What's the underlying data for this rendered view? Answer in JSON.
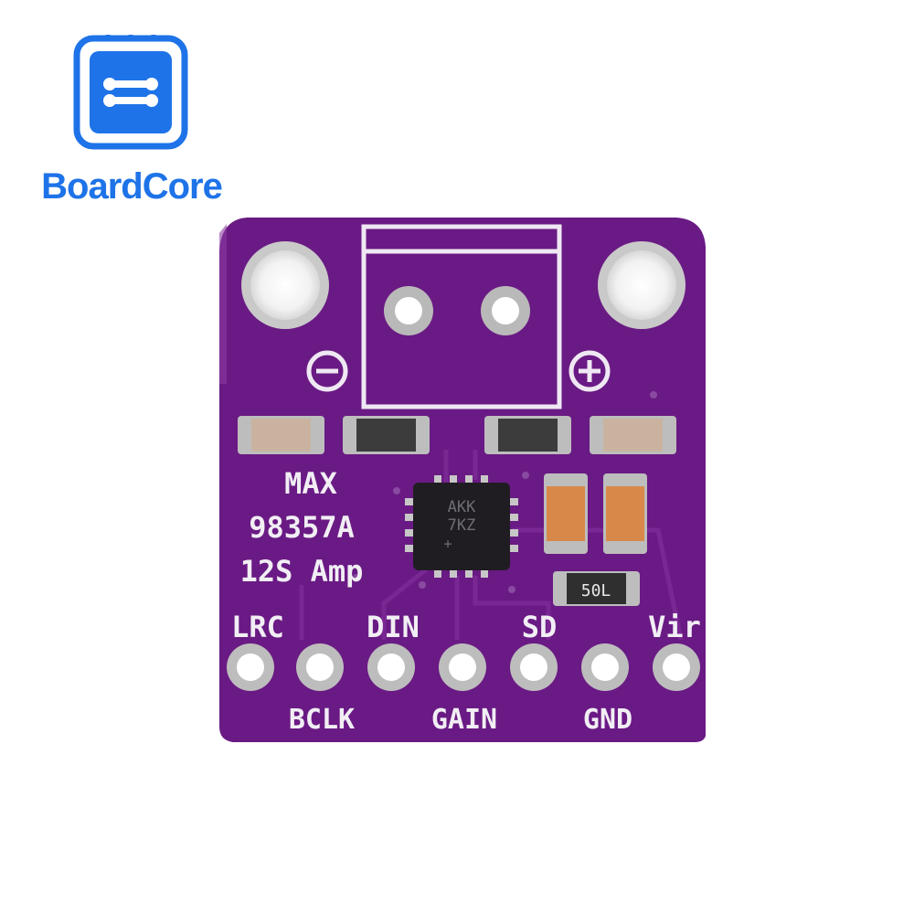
{
  "brand": {
    "name": "BoardCore",
    "accent": "#1e73e8"
  },
  "board": {
    "color": "#6a1a84",
    "silkscreen": {
      "line1": "MAX",
      "line2": "98357A",
      "line3": "12S Amp",
      "minus_symbol": "⊖",
      "plus_symbol": "⊕"
    },
    "chip_marking": {
      "line1": "AKK",
      "line2": "7KZ",
      "line3": "+"
    },
    "resistor_marking": "50L",
    "pins_top": [
      "LRC",
      "DIN",
      "SD",
      "Vir"
    ],
    "pins_bottom": [
      "BCLK",
      "GAIN",
      "GND"
    ]
  }
}
